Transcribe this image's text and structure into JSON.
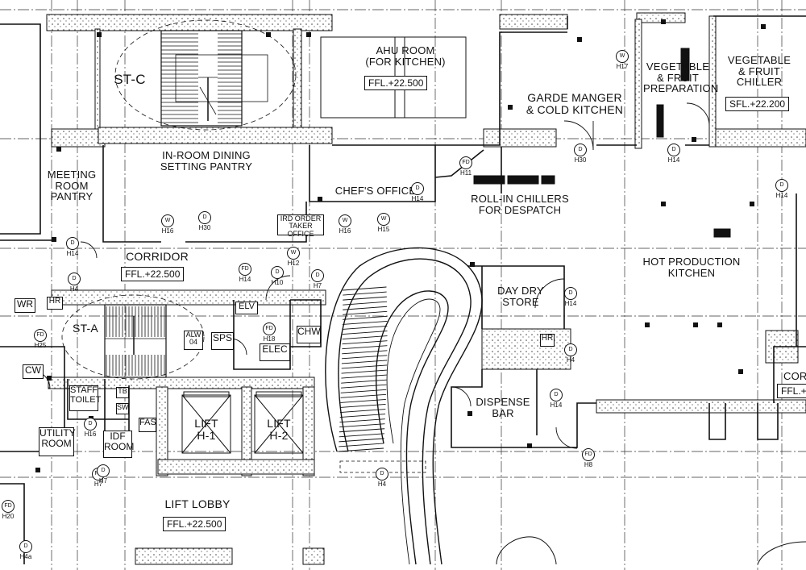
{
  "colors": {
    "line": "#111111",
    "hatch": "#555555",
    "background": "#ffffff"
  },
  "rooms": {
    "st_c": "ST-C",
    "ahu": "AHU ROOM\n(FOR KITCHEN)",
    "ahu_level": "FFL.+22.500",
    "garde": "GARDE MANGER\n& COLD KITCHEN",
    "veg_prep": "VEGETABLE\n& FRUIT\nPREPARATION",
    "veg_chiller": "VEGETABLE\n& FRUIT\nCHILLER",
    "veg_chiller_level": "SFL.+22.200",
    "inroom": "IN-ROOM DINING\nSETTING PANTRY",
    "meeting": "MEETING\nROOM\nPANTRY",
    "chefs": "CHEF'S OFFICE",
    "rollin": "ROLL-IN CHILLERS\nFOR DESPATCH",
    "hot": "HOT PRODUCTION\nKITCHEN",
    "ird": "IRD ORDER\nTAKER OFFICE",
    "corridor": "CORRIDOR",
    "corridor_level": "FFL.+22.500",
    "daydry": "DAY DRY\nSTORE",
    "st_a": "ST-A",
    "dispense": "DISPENSE\nBAR",
    "lift1": "LIFT\nH-1",
    "lift2": "LIFT\nH-2",
    "lobby": "LIFT LOBBY",
    "lobby_level": "FFL.+22.500",
    "utility": "UTILITY\nROOM",
    "idf": "IDF\nROOM",
    "staff": "STAFF\nTOILET",
    "elv": "ELV",
    "sps": "SPS",
    "elec": "ELEC",
    "chw": "CHW",
    "wr": "WR",
    "hr": "HR",
    "cw": "CW",
    "fas": "FAS",
    "tb": "TB",
    "sw": "SW",
    "alw": "ALW",
    "alw_num": "04",
    "cor_right": "COR",
    "level_right": "FFL.+2",
    "hr2": "HR"
  },
  "tags": [
    {
      "top": "W",
      "bot": "H17"
    },
    {
      "top": "D",
      "bot": "H30"
    },
    {
      "top": "D",
      "bot": "H14"
    },
    {
      "top": "FD",
      "bot": "H11"
    },
    {
      "top": "D",
      "bot": "H14"
    },
    {
      "top": "W",
      "bot": "H16"
    },
    {
      "top": "D",
      "bot": "H30"
    },
    {
      "top": "W",
      "bot": "H16"
    },
    {
      "top": "W",
      "bot": "H15"
    },
    {
      "top": "W",
      "bot": "H12"
    },
    {
      "top": "FD",
      "bot": "H14"
    },
    {
      "top": "D",
      "bot": "H10"
    },
    {
      "top": "D",
      "bot": "H7"
    },
    {
      "top": "D",
      "bot": "H14"
    },
    {
      "top": "D",
      "bot": "H4"
    },
    {
      "top": "FD",
      "bot": "H18"
    },
    {
      "top": "D",
      "bot": "H14"
    },
    {
      "top": "D",
      "bot": "H4"
    },
    {
      "top": "D",
      "bot": "H14"
    },
    {
      "top": "FD",
      "bot": "H8"
    },
    {
      "top": "FD",
      "bot": "H7"
    },
    {
      "top": "D",
      "bot": "H16"
    },
    {
      "top": "D",
      "bot": "H7"
    },
    {
      "top": "FD",
      "bot": "H25"
    },
    {
      "top": "D",
      "bot": "H14"
    },
    {
      "top": "FD",
      "bot": "H20"
    },
    {
      "top": "D",
      "bot": "H4a"
    },
    {
      "top": "D",
      "bot": "H4"
    }
  ]
}
